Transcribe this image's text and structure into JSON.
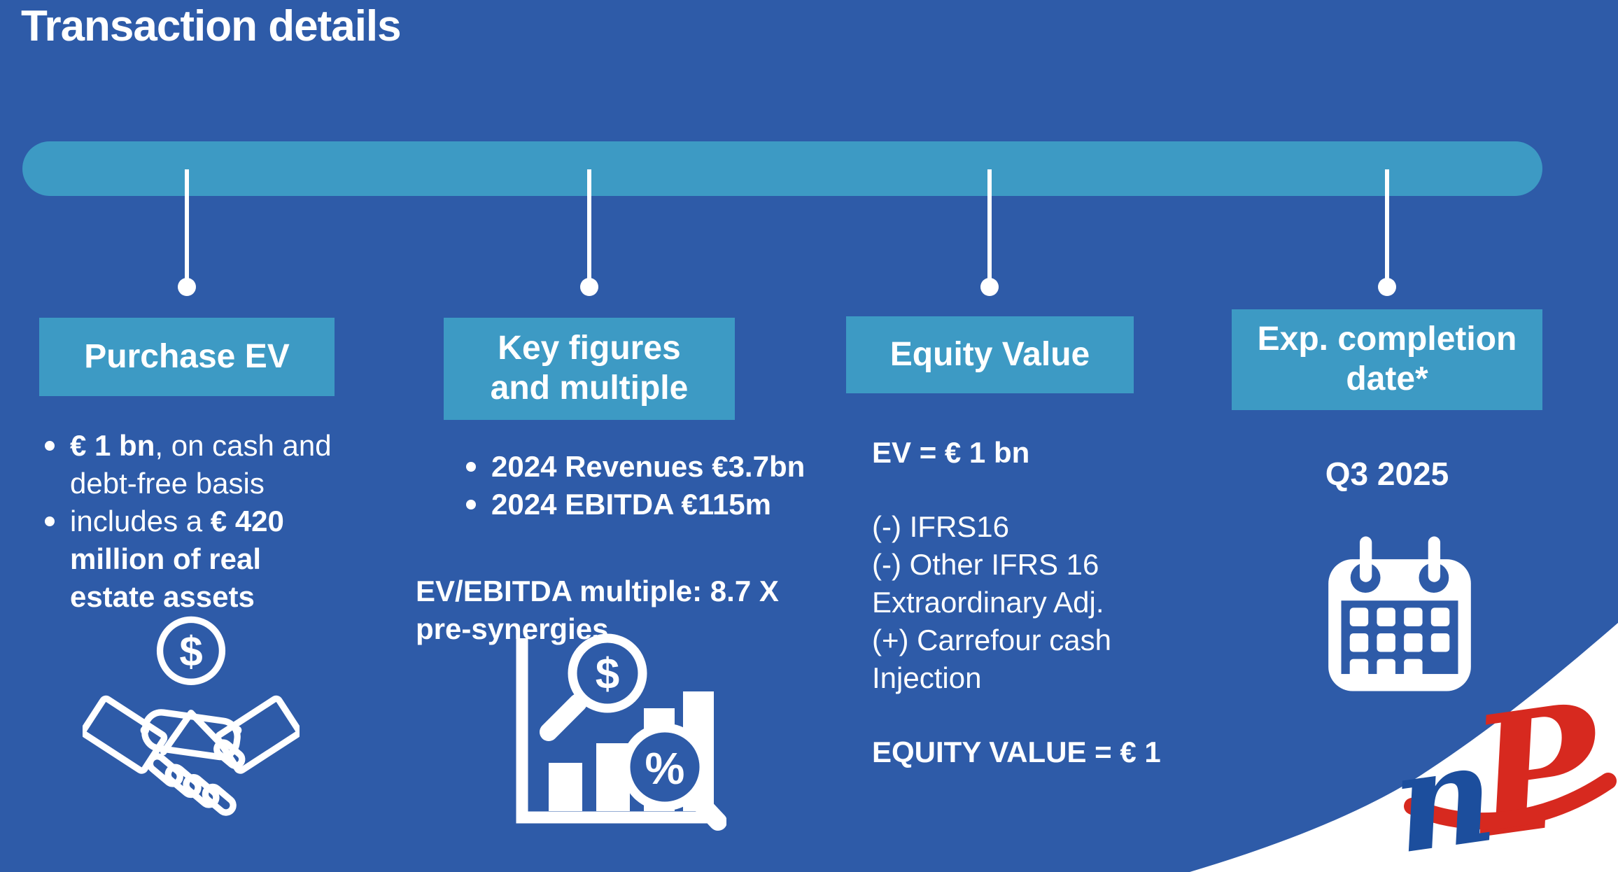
{
  "slide_title": "Transaction details",
  "colors": {
    "background": "#2E5BA8",
    "accent": "#3D9AC4",
    "logo_blue": "#1C4E9D",
    "logo_red": "#D7291F"
  },
  "icons": {
    "dollar_symbol": "$",
    "percent_symbol": "%"
  },
  "columns": [
    {
      "header_lines": [
        "Purchase EV"
      ],
      "bullets": [
        {
          "segments": [
            {
              "text": "€ 1 bn",
              "bold": true
            },
            {
              "text": ", on cash and debt-free basis",
              "bold": false
            }
          ]
        },
        {
          "segments": [
            {
              "text": "includes a ",
              "bold": false
            },
            {
              "text": " € 420 million of real estate assets",
              "bold": true
            }
          ]
        }
      ],
      "icon": "handshake-dollar-icon"
    },
    {
      "header_lines": [
        "Key figures",
        "and multiple"
      ],
      "bullets": [
        {
          "segments": [
            {
              "text": "2024 Revenues €3.7bn",
              "bold": true
            }
          ]
        },
        {
          "segments": [
            {
              "text": "2024 EBITDA €115m",
              "bold": true
            }
          ]
        }
      ],
      "note_lines": [
        "EV/EBITDA multiple: 8.7 X",
        "pre-synergies"
      ],
      "icon": "bar-chart-magnifier-icon"
    },
    {
      "header_lines": [
        "Equity Value"
      ],
      "lines": [
        {
          "text": "EV = € 1 bn",
          "bold": true
        },
        {
          "text": "(-) IFRS16",
          "bold": false
        },
        {
          "text": "(-) Other IFRS 16",
          "bold": false
        },
        {
          "text": "Extraordinary Adj.",
          "bold": false
        },
        {
          "text": "(+) Carrefour cash",
          "bold": false
        },
        {
          "text": "Injection",
          "bold": false
        },
        {
          "text": "EQUITY VALUE = € 1",
          "bold": true
        }
      ]
    },
    {
      "header_lines": [
        "Exp. completion",
        "date*"
      ],
      "date_label": "Q3 2025",
      "icon": "calendar-icon"
    }
  ],
  "logo": {
    "letter_n": "n",
    "letter_p": "P"
  }
}
